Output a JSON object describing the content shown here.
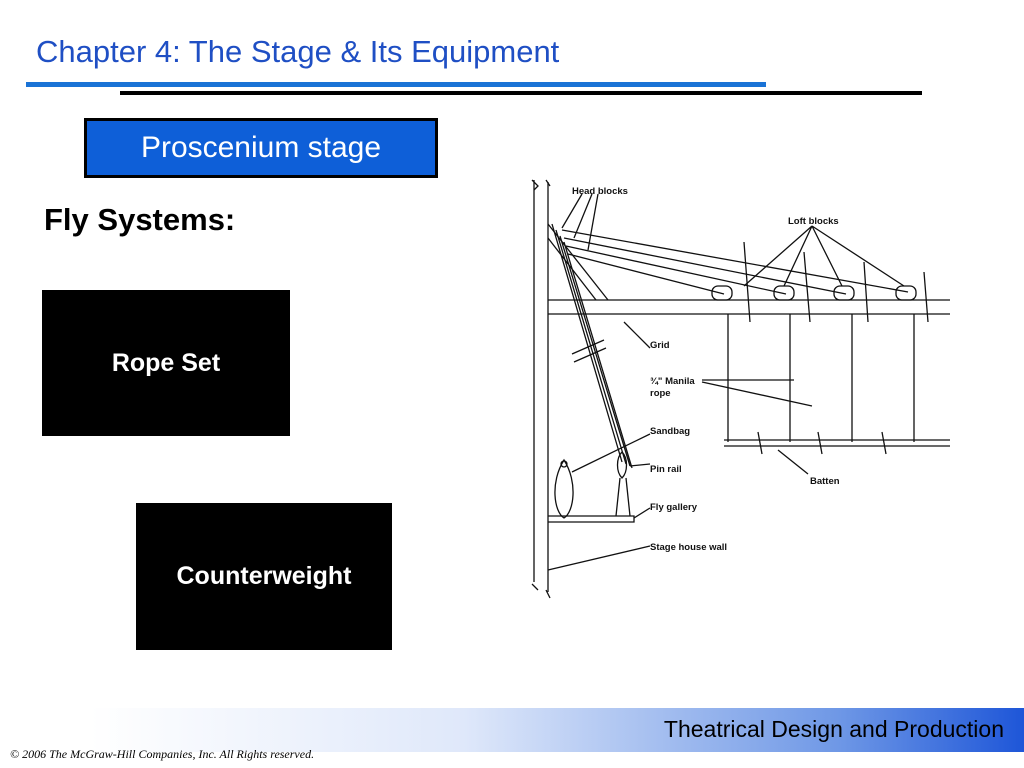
{
  "slide": {
    "title": "Chapter 4:  The Stage & Its Equipment",
    "subtitle": "Proscenium stage",
    "section_heading": "Fly Systems:",
    "buttons": {
      "rope_set": "Rope Set",
      "counterweight": "Counterweight"
    }
  },
  "diagram": {
    "labels": {
      "head_blocks": "Head blocks",
      "loft_blocks": "Loft blocks",
      "grid": "Grid",
      "manila_rope_1": "¾\" Manila",
      "manila_rope_2": "rope",
      "sandbag": "Sandbag",
      "pin_rail": "Pin rail",
      "batten": "Batten",
      "fly_gallery": "Fly gallery",
      "stage_house_wall": "Stage house wall"
    }
  },
  "footer": {
    "course": "Theatrical Design and Production",
    "copyright": "© 2006 The McGraw-Hill Companies, Inc. All Rights reserved."
  },
  "colors": {
    "title_blue": "#1f4fc4",
    "accent_blue": "#0e5fd8",
    "box_black": "#000000"
  }
}
